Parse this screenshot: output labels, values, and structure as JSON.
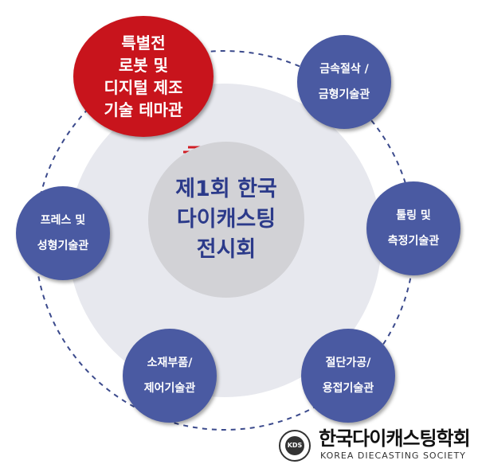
{
  "center": {
    "lines": [
      "제1회 한국",
      "다이캐스팅",
      "전시회"
    ]
  },
  "special": {
    "lines": [
      "특별전",
      "로봇 및",
      "디지털 제조",
      "기술 테마관"
    ]
  },
  "nodes": [
    {
      "lines": [
        "금속절삭 /",
        "금형기술관"
      ]
    },
    {
      "lines": [
        "툴링 및",
        "측정기술관"
      ]
    },
    {
      "lines": [
        "절단가공/",
        "용접기술관"
      ]
    },
    {
      "lines": [
        "소재부품/",
        "제어기술관"
      ]
    },
    {
      "lines": [
        "프레스 및",
        "성형기술관"
      ]
    }
  ],
  "logo": {
    "mark_text": "KDS",
    "korean_name": "한국다이캐스팅학회",
    "english_name": "KOREA DIECASTING SOCIETY"
  },
  "colors": {
    "node": "#4a5aa2",
    "special": "#c8141c",
    "center_fill": "#d2d2d6",
    "center_text": "#2b3a8a",
    "ring": "#c7c9d4",
    "dash": "#3b4a8c"
  }
}
